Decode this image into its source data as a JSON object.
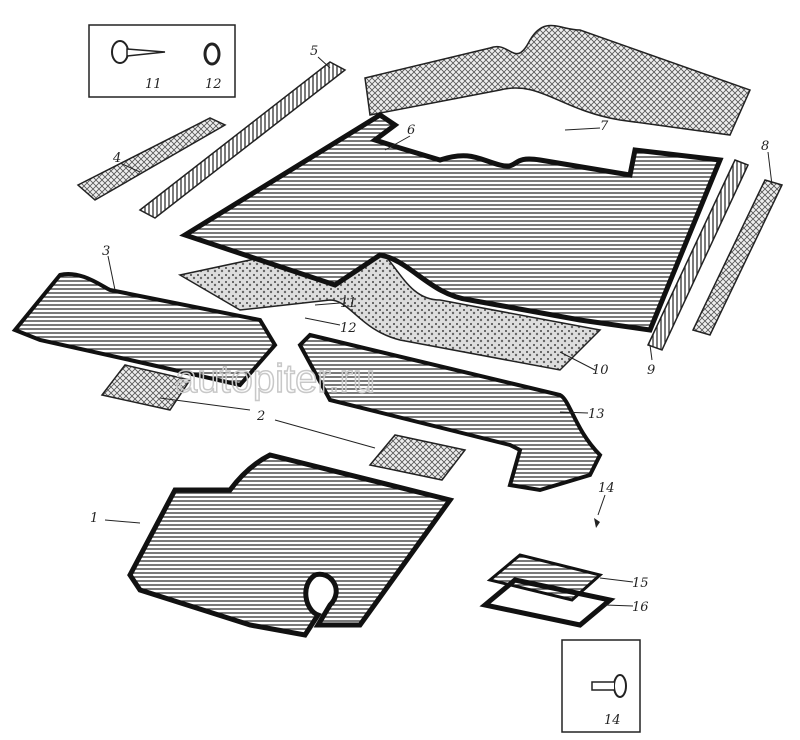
{
  "watermark": "autopiter.ru",
  "callouts": [
    {
      "id": "label-1",
      "text": "1"
    },
    {
      "id": "label-2",
      "text": "2"
    },
    {
      "id": "label-3",
      "text": "3"
    },
    {
      "id": "label-4",
      "text": "4"
    },
    {
      "id": "label-5",
      "text": "5"
    },
    {
      "id": "label-6",
      "text": "6"
    },
    {
      "id": "label-7",
      "text": "7"
    },
    {
      "id": "label-8",
      "text": "8"
    },
    {
      "id": "label-9",
      "text": "9"
    },
    {
      "id": "label-10",
      "text": "10"
    },
    {
      "id": "label-11a",
      "text": "11"
    },
    {
      "id": "label-11b",
      "text": "11"
    },
    {
      "id": "label-12a",
      "text": "12"
    },
    {
      "id": "label-12b",
      "text": "12"
    },
    {
      "id": "label-13",
      "text": "13"
    },
    {
      "id": "label-14a",
      "text": "14"
    },
    {
      "id": "label-14b",
      "text": "14"
    },
    {
      "id": "label-15",
      "text": "15"
    },
    {
      "id": "label-16",
      "text": "16"
    }
  ]
}
